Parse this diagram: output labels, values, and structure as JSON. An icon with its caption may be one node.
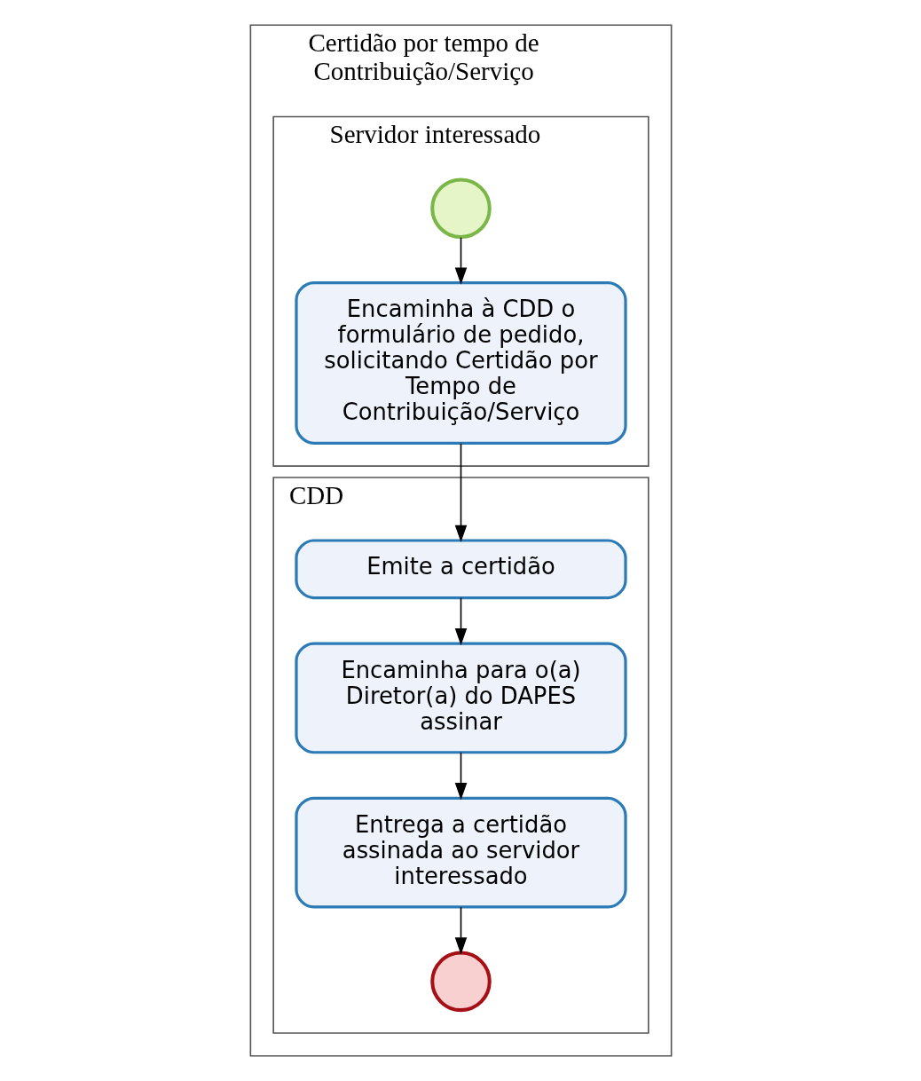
{
  "diagram": {
    "nodes": [
      {
        "text": [
          "Certidão por tempo de Contribuição/Serviço"
        ]
      },
      {
        "text": [
          "Servidor interessado"
        ],
        "in": 0
      },
      {
        "text": [],
        "shape": "circle",
        "in": 1
      },
      {
        "text": [
          "Encaminha à CDD o formulário de pedido, solicitando Certidão por Tempo de Contribuição/Serviço"
        ],
        "in": 1
      },
      {
        "text": [
          "CDD"
        ],
        "in": 0
      },
      {
        "text": [
          "Emite a certidão"
        ],
        "in": 4
      },
      {
        "text": [
          "Encaminha para o(a) Diretor(a) do DAPES assinar"
        ],
        "in": 4
      },
      {
        "text": [
          "Entrega a certidão assinada ao servidor interessado"
        ],
        "in": 4
      },
      {
        "text": [],
        "shape": "circle",
        "in": 4
      }
    ],
    "edges": [
      {
        "from": 2,
        "to": 3,
        "arrow": "to"
      },
      {
        "from": 3,
        "to": 5,
        "arrow": "to"
      },
      {
        "from": 5,
        "to": 6,
        "arrow": "to"
      },
      {
        "from": 6,
        "to": 7,
        "arrow": "to"
      },
      {
        "from": 7,
        "to": 8,
        "arrow": "to"
      }
    ]
  }
}
